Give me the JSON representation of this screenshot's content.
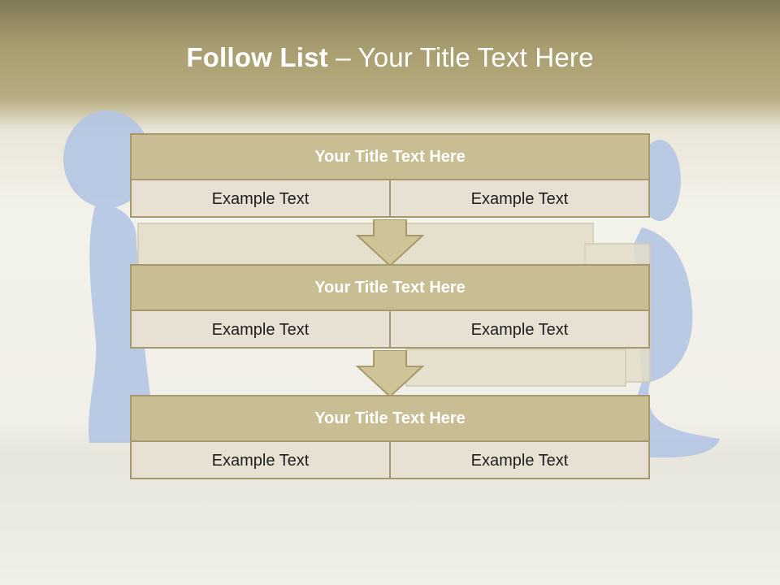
{
  "title": {
    "bold": "Follow List",
    "rest": " – Your Title Text Here"
  },
  "steps": [
    {
      "title": "Your Title Text Here",
      "left": "Example Text",
      "right": "Example Text"
    },
    {
      "title": "Your Title Text Here",
      "left": "Example Text",
      "right": "Example Text"
    },
    {
      "title": "Your Title Text Here",
      "left": "Example Text",
      "right": "Example Text"
    }
  ],
  "colors": {
    "header_band": "#a99e70",
    "block_header": "#c8bd93",
    "block_body": "#e8e1d3",
    "border": "#a8996c",
    "figure": "#aec1e2"
  }
}
